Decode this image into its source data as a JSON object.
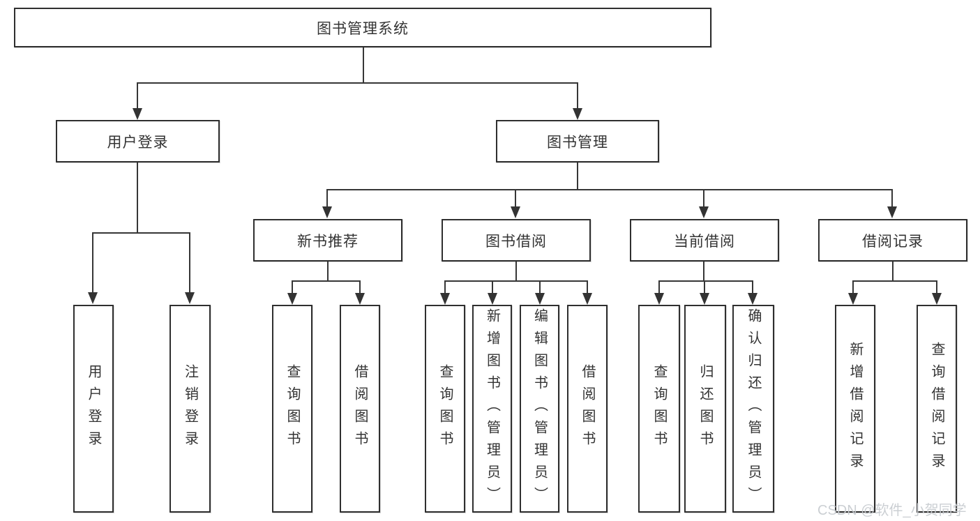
{
  "diagram": {
    "title": "图书管理系统",
    "type": "hierarchy-tree",
    "colors": {
      "line": "#363636",
      "border": "#2f2f2f",
      "text": "#333333",
      "background": "#ffffff",
      "watermark": "#c9cdd1"
    },
    "nodes": {
      "root": "图书管理系统",
      "user_login": "用户登录",
      "book_mgmt": "图书管理",
      "new_book_rec": "新书推荐",
      "book_borrow": "图书借阅",
      "current_borrow": "当前借阅",
      "borrow_record": "借阅记录",
      "leaf_user_login": "用户登录",
      "leaf_logout": "注销登录",
      "rec_query_book": "查询图书",
      "rec_borrow_book": "借阅图书",
      "bb_query_book": "查询图书",
      "bb_add_book": "新增图书（管理员）",
      "bb_edit_book": "编辑图书（管理员）",
      "bb_borrow_book": "借阅图书",
      "cb_query_book": "查询图书",
      "cb_return_book": "归还图书",
      "cb_confirm_return": "确认归还（管理员）",
      "br_add_record": "新增借阅记录",
      "br_query_record": "查询借阅记录"
    },
    "hierarchy": {
      "图书管理系统": {
        "用户登录": [
          "用户登录",
          "注销登录"
        ],
        "图书管理": {
          "新书推荐": [
            "查询图书",
            "借阅图书"
          ],
          "图书借阅": [
            "查询图书",
            "新增图书（管理员）",
            "编辑图书（管理员）",
            "借阅图书"
          ],
          "当前借阅": [
            "查询图书",
            "归还图书",
            "确认归还（管理员）"
          ],
          "借阅记录": [
            "新增借阅记录",
            "查询借阅记录"
          ]
        }
      }
    }
  },
  "watermark": "CSDN @软件_小贺同学"
}
